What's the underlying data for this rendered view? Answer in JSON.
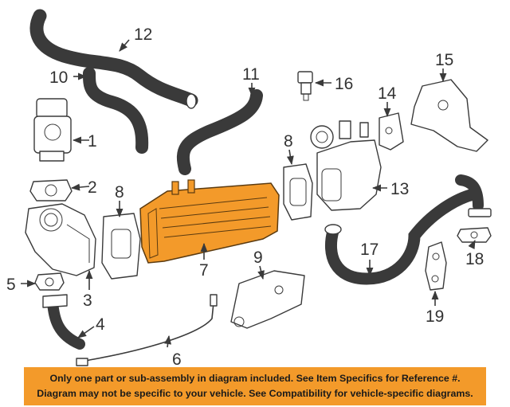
{
  "callouts": [
    "1",
    "2",
    "3",
    "4",
    "5",
    "6",
    "7",
    "8",
    "8",
    "9",
    "10",
    "11",
    "12",
    "13",
    "14",
    "15",
    "16",
    "17",
    "18",
    "19"
  ],
  "highlight_color": "#f39a2a",
  "banner": {
    "line1": "Only one part or sub-assembly in diagram included. See Item Specifics for Reference #.",
    "line2": "Diagram may not be specific to your vehicle. See Compatibility for vehicle-specific diagrams."
  }
}
